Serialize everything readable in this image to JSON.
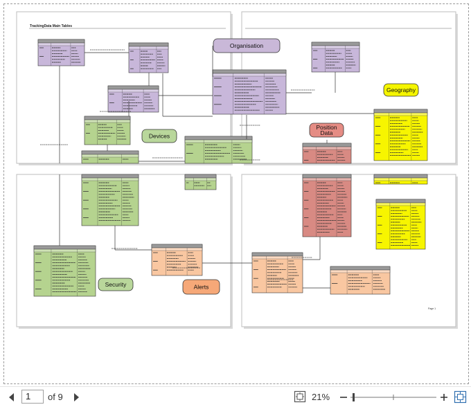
{
  "document": {
    "title": "TrackingData Main Tables",
    "footer_page_label": "Page 1"
  },
  "group_labels": [
    {
      "key": "organisation",
      "text": "Organisation",
      "fill": "#c9b8d8"
    },
    {
      "key": "geography",
      "text": "Geography",
      "fill": "#f5f500"
    },
    {
      "key": "devices",
      "text": "Devices",
      "fill": "#b9d79b"
    },
    {
      "key": "position_data",
      "text": "Position\nData",
      "fill": "#e58c84"
    },
    {
      "key": "security",
      "text": "Security",
      "fill": "#b9d79b"
    },
    {
      "key": "alerts",
      "text": "Alerts",
      "fill": "#f6a878"
    }
  ],
  "colors": {
    "purple": "#c8b7da",
    "purple_head": "#b8a6cb",
    "yellow": "#f7f500",
    "green": "#b5d38f",
    "red": "#d88a83",
    "orange": "#f9c7a1",
    "page_border": "#cccccc"
  },
  "statusbar": {
    "page_number": "1",
    "page_total_label": "of 9",
    "zoom_label": "21%"
  }
}
